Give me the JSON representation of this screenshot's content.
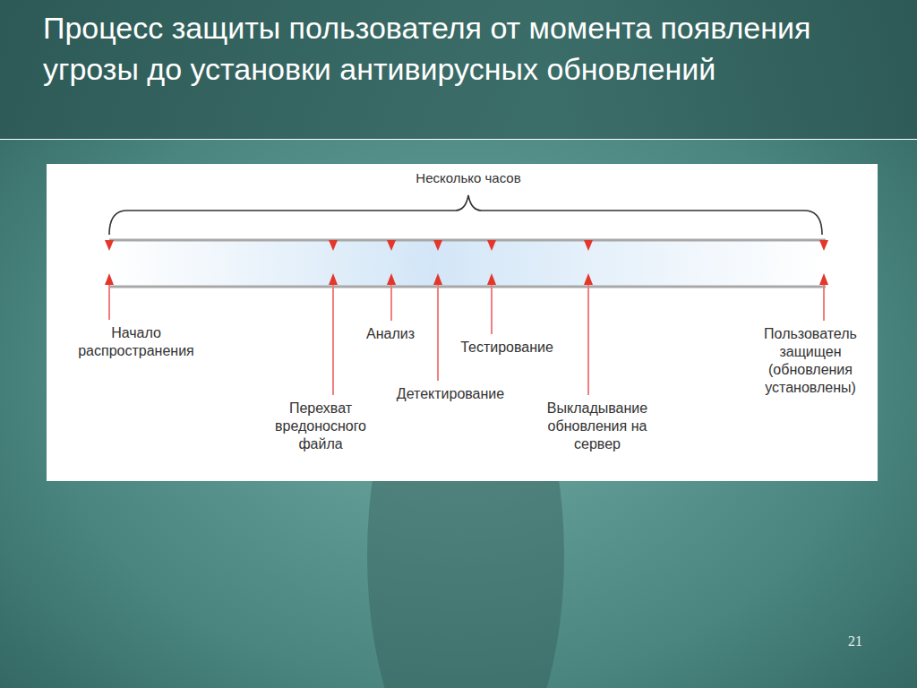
{
  "diagram": {
    "title": "Процесс защиты пользователя от момента появления угрозы до установки антивирусных обновлений",
    "labels": [
      "Несколько часов",
      "Начало распространения",
      "Перехват вредоносного файла",
      "Анализ",
      "Детектирование",
      "Тестирование",
      "Выкладывание обновления на сервер",
      "Пользователь защищен (обновления установлены)",
      "21"
    ]
  }
}
